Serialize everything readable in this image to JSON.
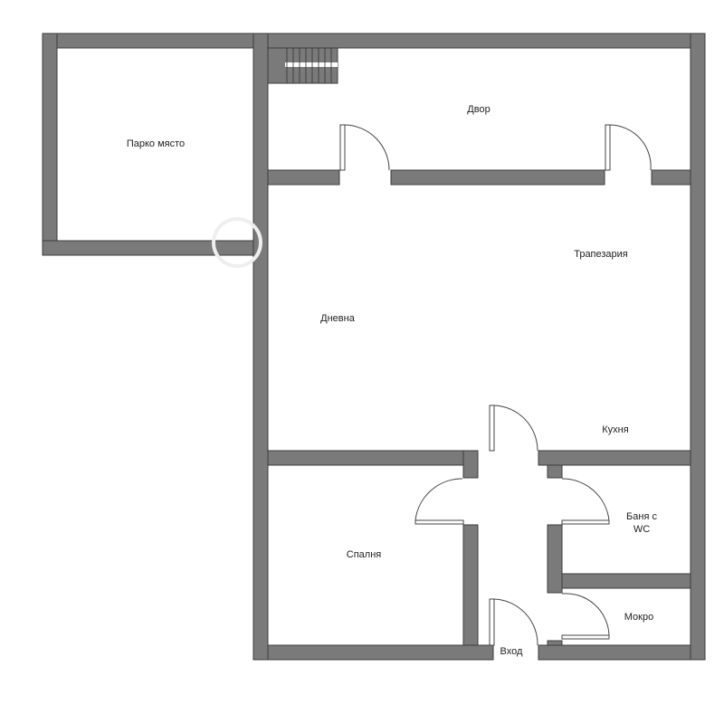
{
  "rooms": {
    "yard": "Двор",
    "parking": "Парко място",
    "dining": "Трапезария",
    "living": "Дневна",
    "kitchen": "Кухня",
    "bathroom_line1": "Баня с",
    "bathroom_line2": "WC",
    "bedroom": "Спалня",
    "laundry": "Мокро",
    "entrance": "Вход"
  },
  "colors": {
    "wall": "#7a7a7a",
    "background": "#ffffff"
  }
}
